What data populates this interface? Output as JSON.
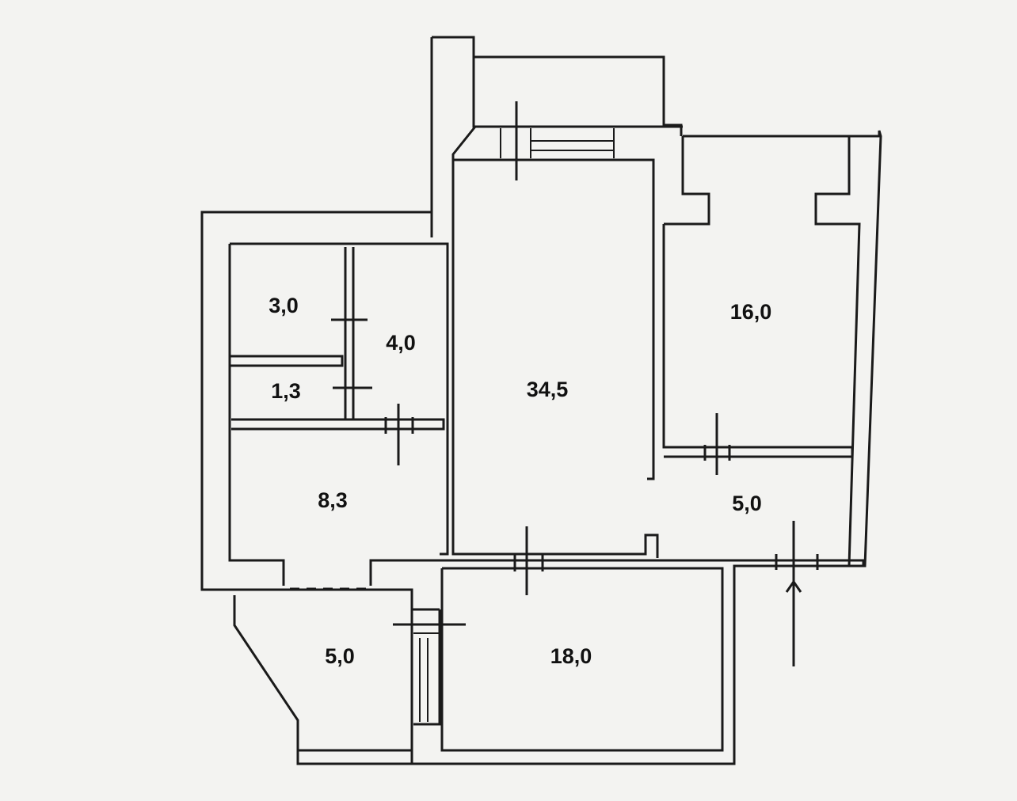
{
  "plan": {
    "rooms": [
      {
        "id": "room-1",
        "area": "3,0"
      },
      {
        "id": "room-2",
        "area": "4,0"
      },
      {
        "id": "room-3",
        "area": "1,3"
      },
      {
        "id": "room-4",
        "area": "8,3"
      },
      {
        "id": "room-5",
        "area": "34,5"
      },
      {
        "id": "room-6",
        "area": "16,0"
      },
      {
        "id": "room-7",
        "area": "5,0"
      },
      {
        "id": "room-8",
        "area": "5,0"
      },
      {
        "id": "room-9",
        "area": "18,0"
      }
    ]
  }
}
